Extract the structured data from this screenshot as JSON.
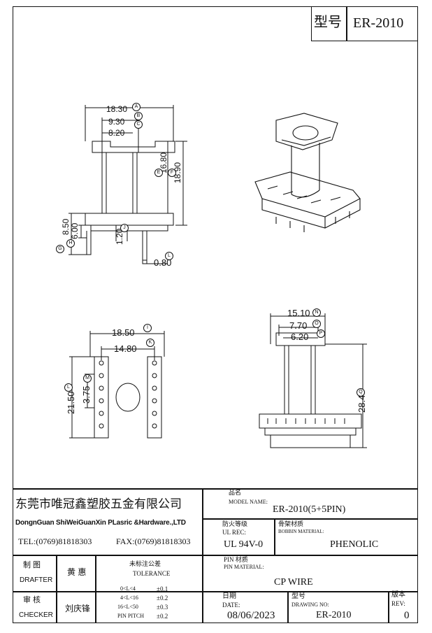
{
  "header": {
    "type_label": "型号",
    "type_value": "ER-2010"
  },
  "dims": {
    "side": {
      "width": "18.30",
      "width_tag": "A",
      "inner1": "9.30",
      "inner1_tag": "B",
      "inner2": "8.20",
      "inner2_tag": "C",
      "height1": "16.80",
      "height1_tag": "E",
      "height2": "18.90",
      "height2_tag": "F",
      "pin1": "8.50",
      "pin1_tag": "G",
      "pin2": "6.00",
      "pin2_tag": "H",
      "gap": "1.20",
      "gap_tag": "J",
      "pin_dia": "0.80",
      "pin_dia_tag": "L"
    },
    "bottom": {
      "width": "18.50",
      "width_tag": "I",
      "inner": "14.80",
      "inner_tag": "K",
      "height": "21.50",
      "height_tag": "L",
      "pitch": "3.75",
      "pitch_tag": "M"
    },
    "front": {
      "w1": "15.10",
      "w1_tag": "N",
      "w2": "7.70",
      "w2_tag": "O",
      "w3": "6.20",
      "w3_tag": "P",
      "height": "28.40",
      "height_tag": "Q"
    }
  },
  "title_block": {
    "company_cn": "东莞市唯冠鑫塑胶五金有限公司",
    "company_en": "DongnGuan  ShiWeiGuanXin  PLasric  &Hardware.,LTD",
    "tel": "TEL:(0769)81818303",
    "fax": "FAX:(0769)81818303",
    "model_label_cn": "品名",
    "model_label_en": "MODEL NAME:",
    "model_value": "ER-2010(5+5PIN)",
    "ul_label_cn": "防火等级",
    "ul_label_en": "UL REC:",
    "ul_value": "UL 94V-0",
    "bobbin_label_cn": "骨架材质",
    "bobbin_label_en": "BOBBIN MATERIAL:",
    "bobbin_value": "PHENOLIC",
    "drafter_cn": "制 图",
    "drafter_en": "DRAFTER",
    "drafter_name": "黄 惠",
    "checker_cn": "审 核",
    "checker_en": "CHECKER",
    "checker_name": "刘庆锋",
    "tol_cn": "未标注公差",
    "tol_en": "TOLERANCE",
    "tol_rows": [
      {
        "range": "0<L<4",
        "value": "±0.1"
      },
      {
        "range": "4<L<16",
        "value": "±0.2"
      },
      {
        "range": "16<L<50",
        "value": "±0.3"
      },
      {
        "range": "PIN PITCH",
        "value": "±0.2"
      }
    ],
    "pin_label_cn": "PIN 材质",
    "pin_label_en": "PIN MATERIAL:",
    "pin_value": "CP WIRE",
    "date_label_cn": "日期",
    "date_label_en": "DATE:",
    "date_value": "08/06/2023",
    "drawing_label_cn": "型号",
    "drawing_label_en": "DRAWING NO:",
    "drawing_value": "ER-2010",
    "rev_label_cn": "版本",
    "rev_label_en": "REV:",
    "rev_value": "0"
  }
}
